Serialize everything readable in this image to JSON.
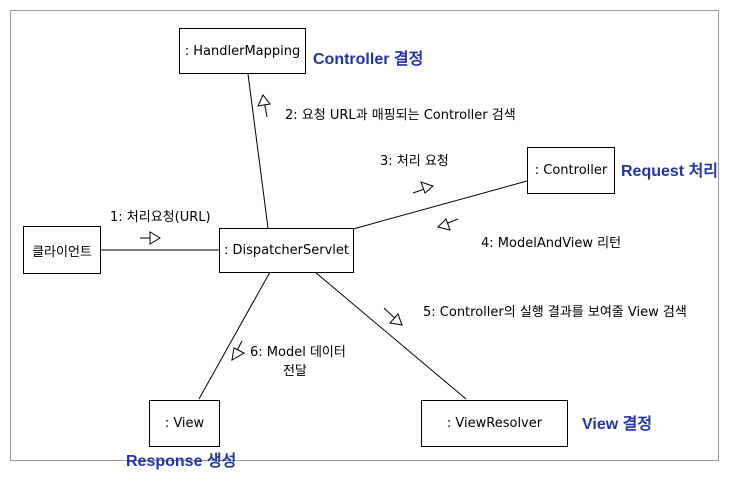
{
  "colors": {
    "accent": "#2233aa",
    "line": "#000000",
    "frame": "#9a9a9a"
  },
  "nodes": {
    "handler_mapping": ": HandlerMapping",
    "controller": ": Controller",
    "client": "클라이언트",
    "dispatcher": ": DispatcherServlet",
    "view": ": View",
    "view_resolver": ": ViewResolver"
  },
  "messages": {
    "m1": "1: 처리요청(URL)",
    "m2": "2: 요청 URL과 매핑되는 Controller 검색",
    "m3": "3: 처리 요청",
    "m4": "4: ModelAndView 리턴",
    "m5": "5: Controller의 실행 결과를 보여줄 View 검색",
    "m6_line1": "6: Model 데이터",
    "m6_line2": "전달"
  },
  "notes": {
    "controller_decision": "Controller 결정",
    "request_processing": "Request 처리",
    "view_decision": "View 결정",
    "response_generation": "Response 생성"
  }
}
